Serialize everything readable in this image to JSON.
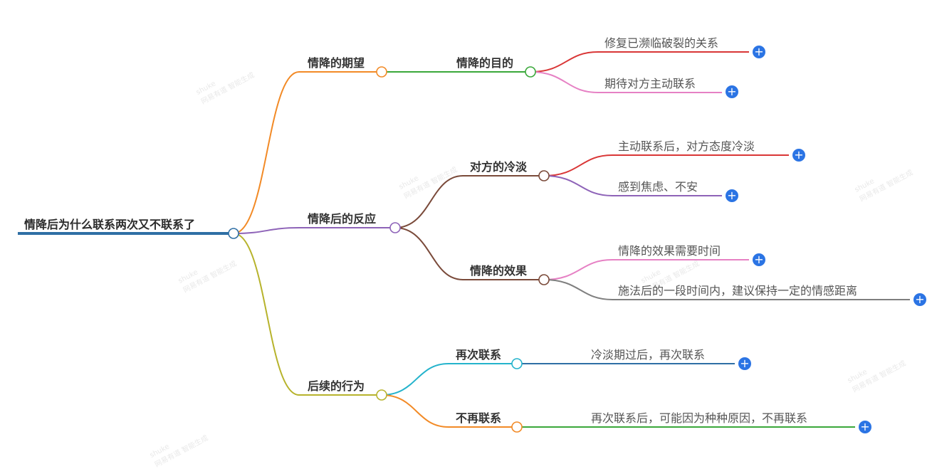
{
  "mindmap": {
    "root": {
      "label": "情降后为什么联系两次又不联系了",
      "color": "#2f6fa5"
    },
    "branches": [
      {
        "label": "情降的期望",
        "color": "#f28a26",
        "children": [
          {
            "label": "情降的目的",
            "color": "#3aa83a",
            "leaves": [
              {
                "label": "修复已濒临破裂的关系",
                "color": "#d93636"
              },
              {
                "label": "期待对方主动联系",
                "color": "#e681c4"
              }
            ]
          }
        ]
      },
      {
        "label": "情降后的反应",
        "color": "#8e63b8",
        "children": [
          {
            "label": "对方的冷淡",
            "color": "#7a4a3a",
            "leaves": [
              {
                "label": "主动联系后，对方态度冷淡",
                "color": "#d93636"
              },
              {
                "label": "感到焦虑、不安",
                "color": "#8e63b8"
              }
            ]
          },
          {
            "label": "情降的效果",
            "color": "#7a4a3a",
            "leaves": [
              {
                "label": "情降的效果需要时间",
                "color": "#e681c4"
              },
              {
                "label": "施法后的一段时间内，建议保持一定的情感距离",
                "color": "#7f7f7f"
              }
            ]
          }
        ]
      },
      {
        "label": "后续的行为",
        "color": "#b7b32c",
        "children": [
          {
            "label": "再次联系",
            "color": "#24b3cc",
            "leaves": [
              {
                "label": "冷淡期过后，再次联系",
                "color": "#2f6fa5"
              }
            ]
          },
          {
            "label": "不再联系",
            "color": "#f28a26",
            "leaves": [
              {
                "label": "再次联系后，可能因为种种原因，不再联系",
                "color": "#3aa83a"
              }
            ]
          }
        ]
      }
    ]
  },
  "expand_icon": "plus-icon",
  "expand_symbol": "+",
  "accent_color": "#2b74e4",
  "watermark": "shuke",
  "watermark_line2": "网易有道 智能生成"
}
